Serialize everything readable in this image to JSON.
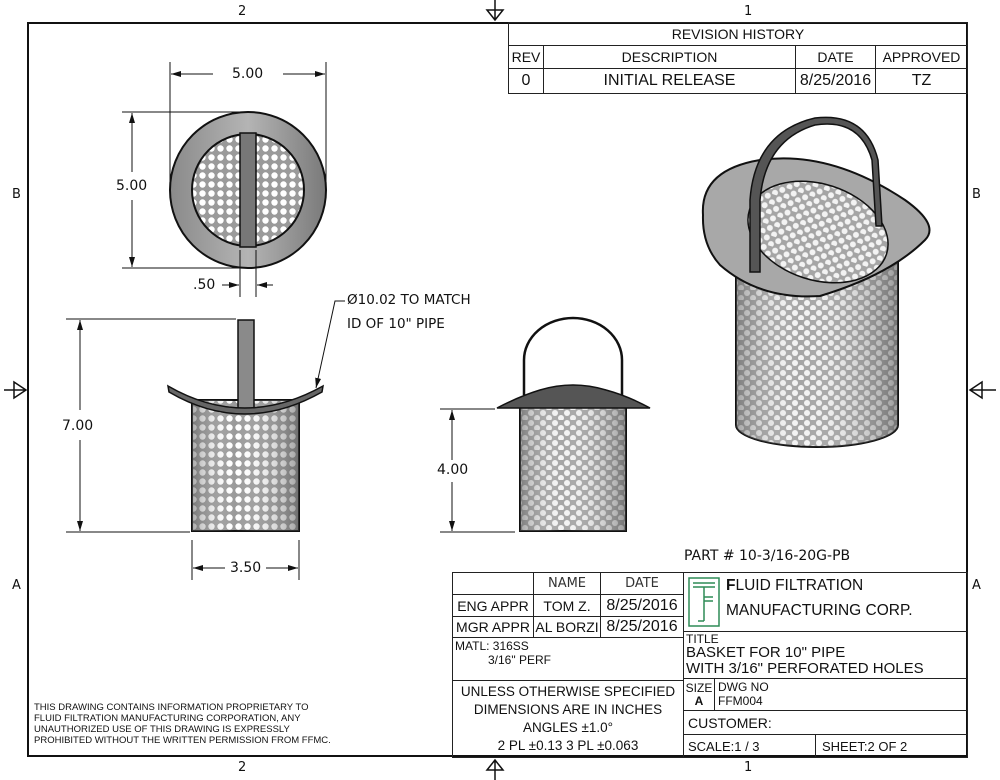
{
  "zones": {
    "top_left": "2",
    "top_right": "1",
    "bottom_left": "2",
    "bottom_right": "1",
    "left_upper": "B",
    "left_lower": "A",
    "right_upper": "B",
    "right_lower": "A"
  },
  "revision_history": {
    "title": "REVISION HISTORY",
    "headers": [
      "REV",
      "DESCRIPTION",
      "DATE",
      "APPROVED"
    ],
    "rows": [
      [
        "0",
        "INITIAL RELEASE",
        "8/25/2016",
        "TZ"
      ]
    ]
  },
  "dimensions": {
    "top_width": "5.00",
    "top_height": "5.00",
    "handle_width": ".50",
    "overall_height": "7.00",
    "basket_diameter": "3.50",
    "basket_height": "4.00",
    "flange_note_line1": "Ø10.02 TO MATCH",
    "flange_note_line2": "ID OF 10\" PIPE"
  },
  "part_number": "PART # 10-3/16-20G-PB",
  "title_block": {
    "name_header": "NAME",
    "date_header": "DATE",
    "eng_label": "ENG APPR",
    "eng_name": "TOM Z.",
    "eng_date": "8/25/2016",
    "mgr_label": "MGR APPR",
    "mgr_name": "AL BORZI",
    "mgr_date": "8/25/2016",
    "material_line1": "MATL: 316SS",
    "material_line2": "3/16\" PERF",
    "tolerance_lines": [
      "UNLESS OTHERWISE SPECIFIED",
      "DIMENSIONS ARE IN INCHES",
      "ANGLES ±1.0°",
      "2 PL ±0.13 3 PL ±0.063"
    ],
    "company_line1_initial": "F",
    "company_line1_rest": "LUID FILTRATION",
    "company_line2": "MANUFACTURING CORP.",
    "logo_text": "FF",
    "logo_color": "#2e8b57",
    "title_label": "TITLE",
    "title_line1": "BASKET FOR 10\" PIPE",
    "title_line2": "WITH 3/16\" PERFORATED HOLES",
    "size_label": "SIZE",
    "size_value": "A",
    "dwg_label": "DWG NO",
    "dwg_value": "FFM004",
    "customer_label": "CUSTOMER:",
    "scale": "SCALE:1 / 3",
    "sheet": "SHEET:2  OF 2"
  },
  "disclaimer": [
    "THIS DRAWING CONTAINS INFORMATION PROPRIETARY TO",
    "FLUID FILTRATION MANUFACTURING CORPORATION, ANY",
    "UNAUTHORIZED USE OF THIS DRAWING IS EXPRESSLY",
    "PROHIBITED WITHOUT THE WRITTEN PERMISSION FROM FFMC."
  ]
}
